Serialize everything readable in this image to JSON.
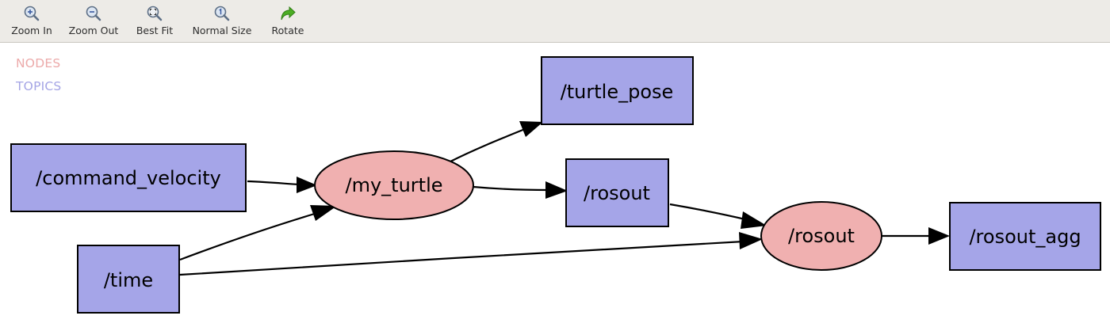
{
  "toolbar": {
    "zoom_in": {
      "label": "Zoom In",
      "icon": "zoom-in-icon"
    },
    "zoom_out": {
      "label": "Zoom Out",
      "icon": "zoom-out-icon"
    },
    "best_fit": {
      "label": "Best Fit",
      "icon": "best-fit-icon"
    },
    "normal_size": {
      "label": "Normal Size",
      "icon": "normal-size-icon"
    },
    "rotate": {
      "label": "Rotate",
      "icon": "rotate-arrow-icon"
    }
  },
  "legend": {
    "nodes": "NODES",
    "topics": "TOPICS"
  },
  "colors": {
    "node_fill": "#f0b0b0",
    "topic_fill": "#a5a5e8",
    "nodes_legend": "#ecaaaa",
    "topics_legend": "#a5a5e5",
    "toolbar_bg": "#edebe7",
    "rotate_green": "#3fa11c"
  },
  "graph": {
    "topics": {
      "command_velocity": "/command_velocity",
      "time": "/time",
      "turtle_pose": "/turtle_pose",
      "rosout_topic": "/rosout",
      "rosout_agg": "/rosout_agg"
    },
    "nodes": {
      "my_turtle": "/my_turtle",
      "rosout_node": "/rosout"
    },
    "edges": [
      {
        "from": "/command_velocity",
        "to": "/my_turtle"
      },
      {
        "from": "/time",
        "to": "/my_turtle"
      },
      {
        "from": "/time",
        "to": "/rosout (node)"
      },
      {
        "from": "/my_turtle",
        "to": "/turtle_pose"
      },
      {
        "from": "/my_turtle",
        "to": "/rosout (topic)"
      },
      {
        "from": "/rosout (topic)",
        "to": "/rosout (node)"
      },
      {
        "from": "/rosout (node)",
        "to": "/rosout_agg"
      }
    ]
  }
}
